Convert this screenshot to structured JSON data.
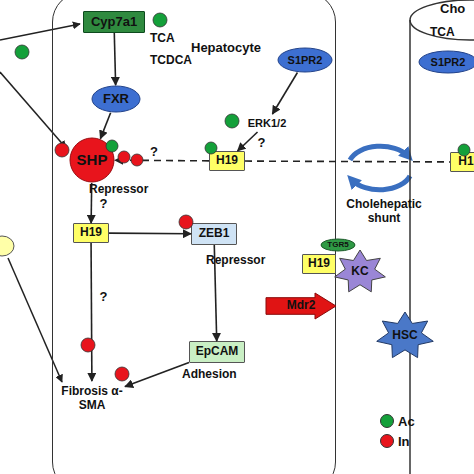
{
  "diagram": {
    "nodes": [
      {
        "text": [
          "Hepatocyte"
        ]
      },
      {
        "text": [
          "Cyp7a1"
        ],
        "in": 0
      },
      {
        "text": [
          "FXR"
        ],
        "in": 0
      },
      {
        "text": [
          "S1PR2"
        ],
        "in": 0
      },
      {
        "text": [
          "ERK1/2"
        ],
        "in": 0
      },
      {
        "text": [
          "SHP",
          "Repressor"
        ],
        "in": 0
      },
      {
        "text": [
          "H19"
        ],
        "in": 0
      },
      {
        "text": [
          "H19"
        ],
        "in": 0
      },
      {
        "text": [
          "ZEB1",
          "Repressor"
        ],
        "in": 0
      },
      {
        "text": [
          "EpCAM",
          "Adhesion"
        ],
        "in": 0
      },
      {
        "text": [
          "Fibrosis α-SMA"
        ],
        "in": 0
      },
      {
        "text": [
          "Cho"
        ]
      },
      {
        "text": [
          "S1PR2"
        ],
        "in": 11
      },
      {
        "text": [
          "H1"
        ],
        "in": 11
      },
      {
        "text": [
          "TGR5"
        ]
      },
      {
        "text": [
          "H19"
        ]
      },
      {
        "text": [
          "KC"
        ]
      },
      {
        "text": [
          "Mdr2"
        ]
      },
      {
        "text": [
          "HSC"
        ]
      }
    ],
    "edges": [
      {
        "from": 1,
        "to": 2,
        "arrow": "to"
      },
      {
        "from": 2,
        "to": 5,
        "arrow": "to"
      },
      {
        "from": 3,
        "to": 4,
        "arrow": "to"
      },
      {
        "from": 4,
        "to": 6,
        "label": "?",
        "arrow": "to"
      },
      {
        "from": 6,
        "to": 5,
        "label": "?",
        "arrow": "to"
      },
      {
        "from": 5,
        "to": 7,
        "label": "?",
        "arrow": "to"
      },
      {
        "from": 7,
        "to": 8,
        "arrow": "to"
      },
      {
        "from": 8,
        "to": 9,
        "arrow": "to"
      },
      {
        "from": 7,
        "to": 10,
        "label": "?",
        "arrow": "to"
      },
      {
        "from": 9,
        "to": 10,
        "arrow": "to"
      },
      {
        "from": 6,
        "to": 13,
        "arrow": "none"
      }
    ],
    "labels": [
      "TCA",
      "TCDCA",
      "TCA",
      "Cholehepatic shunt"
    ],
    "legend": [
      {
        "text": "Ac",
        "color": "#14a03a"
      },
      {
        "text": "In",
        "color": "#e8141c"
      }
    ]
  }
}
